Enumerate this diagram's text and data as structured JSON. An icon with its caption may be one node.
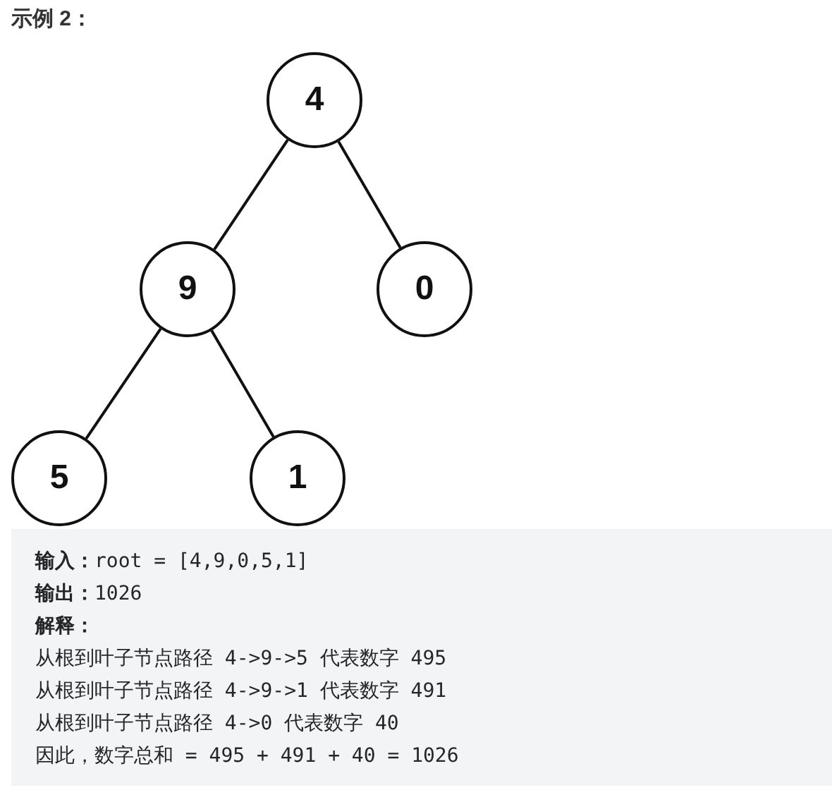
{
  "diagram": {
    "title": "示例 2：",
    "nodes": [
      {
        "text": [
          "4"
        ]
      },
      {
        "text": [
          "9"
        ]
      },
      {
        "text": [
          "0"
        ]
      },
      {
        "text": [
          "5"
        ]
      },
      {
        "text": [
          "1"
        ]
      }
    ],
    "edges": [
      {
        "from": 0,
        "to": 1,
        "arrow": "none"
      },
      {
        "from": 0,
        "to": 2,
        "arrow": "none"
      },
      {
        "from": 1,
        "to": 3,
        "arrow": "none"
      },
      {
        "from": 1,
        "to": 4,
        "arrow": "none"
      }
    ],
    "labels": [
      "**输入：**root = [4,9,0,5,1]",
      "**输出：**1026",
      "解释：",
      "从根到叶子节点路径 4->9->5 代表数字 495",
      "从根到叶子节点路径 4->9->1 代表数字 491",
      "从根到叶子节点路径 4->0 代表数字 40",
      "因此，数字总和 = 495 + 491 + 40 = 1026"
    ]
  }
}
